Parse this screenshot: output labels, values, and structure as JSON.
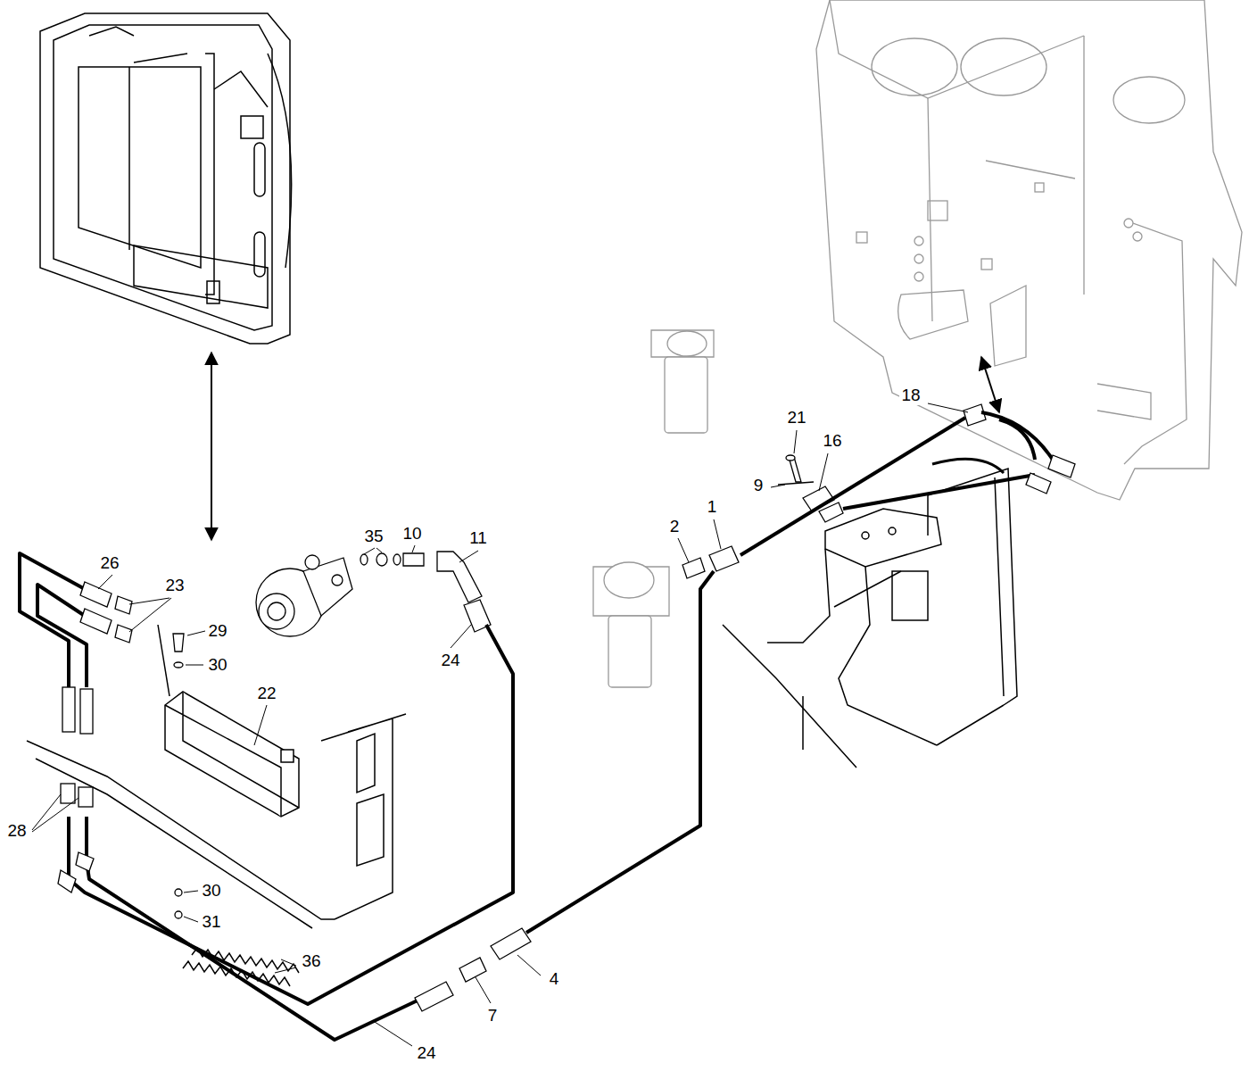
{
  "diagram": {
    "labels": [
      "18",
      "21",
      "16",
      "9",
      "1",
      "2",
      "35",
      "10",
      "11",
      "26",
      "23",
      "29",
      "30",
      "24",
      "22",
      "28",
      "30",
      "31",
      "36",
      "4",
      "7",
      "24"
    ]
  }
}
